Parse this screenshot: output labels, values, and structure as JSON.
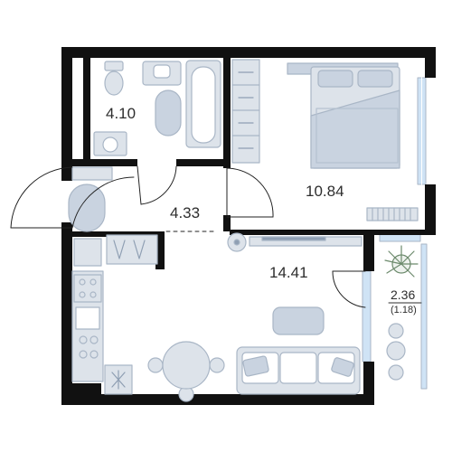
{
  "floor_plan": {
    "rooms": [
      {
        "name": "bathroom",
        "area": "4.10"
      },
      {
        "name": "hallway",
        "area": "4.33"
      },
      {
        "name": "bedroom",
        "area": "10.84"
      },
      {
        "name": "kitchen-living",
        "area": "14.41"
      },
      {
        "name": "balcony",
        "area": "2.36",
        "reduced_area": "(1.18)"
      }
    ]
  },
  "colors": {
    "wall": "#111111",
    "fixture_fill": "#dde3ea",
    "fixture_stroke": "#a9b6c6",
    "window_glass": "#cfe3f5",
    "textile": "#c9d3e0",
    "plant": "#6c8a6c",
    "label": "#2d2d2d"
  },
  "icons": [
    "toilet-icon",
    "sink-icon",
    "bathtub-icon",
    "washing-machine-icon",
    "bed-icon",
    "wardrobe-icon",
    "sofa-icon",
    "dining-table-icon",
    "stove-icon",
    "fridge-icon",
    "plant-icon",
    "door-swing-icon"
  ]
}
